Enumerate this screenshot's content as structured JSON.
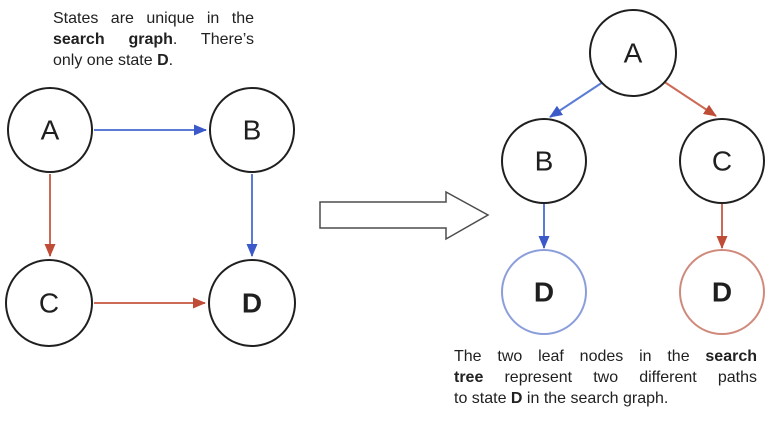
{
  "captions": {
    "left": {
      "line1": {
        "text": "States are unique in the"
      },
      "line2": {
        "bold": "search graph",
        "rest": ". There’s"
      },
      "line3": {
        "pre": "only one state ",
        "bold": "D",
        "post": "."
      }
    },
    "right": {
      "line1": {
        "pre": "The two leaf nodes in the ",
        "bold": "search"
      },
      "line2": {
        "bold": "tree",
        "rest": " represent two different paths"
      },
      "line3": {
        "pre": "to state ",
        "bold": "D",
        "post": " in the search graph."
      }
    }
  },
  "graph": {
    "name": "search graph",
    "nodes": {
      "a": "A",
      "b": "B",
      "c": "C",
      "d": "D"
    },
    "edges": [
      {
        "from": "A",
        "to": "B",
        "color": "blue"
      },
      {
        "from": "A",
        "to": "C",
        "color": "red"
      },
      {
        "from": "B",
        "to": "D",
        "color": "blue"
      },
      {
        "from": "C",
        "to": "D",
        "color": "red"
      }
    ]
  },
  "tree": {
    "name": "search tree",
    "nodes": {
      "a": "A",
      "b": "B",
      "c": "C",
      "d_left": "D",
      "d_right": "D"
    },
    "edges": [
      {
        "from": "A",
        "to": "B",
        "color": "blue"
      },
      {
        "from": "A",
        "to": "C",
        "color": "red"
      },
      {
        "from": "B",
        "to": "D (left leaf)",
        "color": "blue"
      },
      {
        "from": "C",
        "to": "D (right leaf)",
        "color": "red"
      }
    ]
  },
  "colors": {
    "blue_line": "#5b7cd6",
    "blue_head": "#3b59c9",
    "red_line": "#cd6a57",
    "red_head": "#bf4c37",
    "blue_node_stroke": "#8b9edc",
    "blue_node_text": "#4a6cd4",
    "red_node_stroke": "#d08a7c",
    "red_node_text": "#c1594a",
    "node_stroke": "#1f1f1f",
    "big_arrow_outline": "#4d4d4d"
  }
}
